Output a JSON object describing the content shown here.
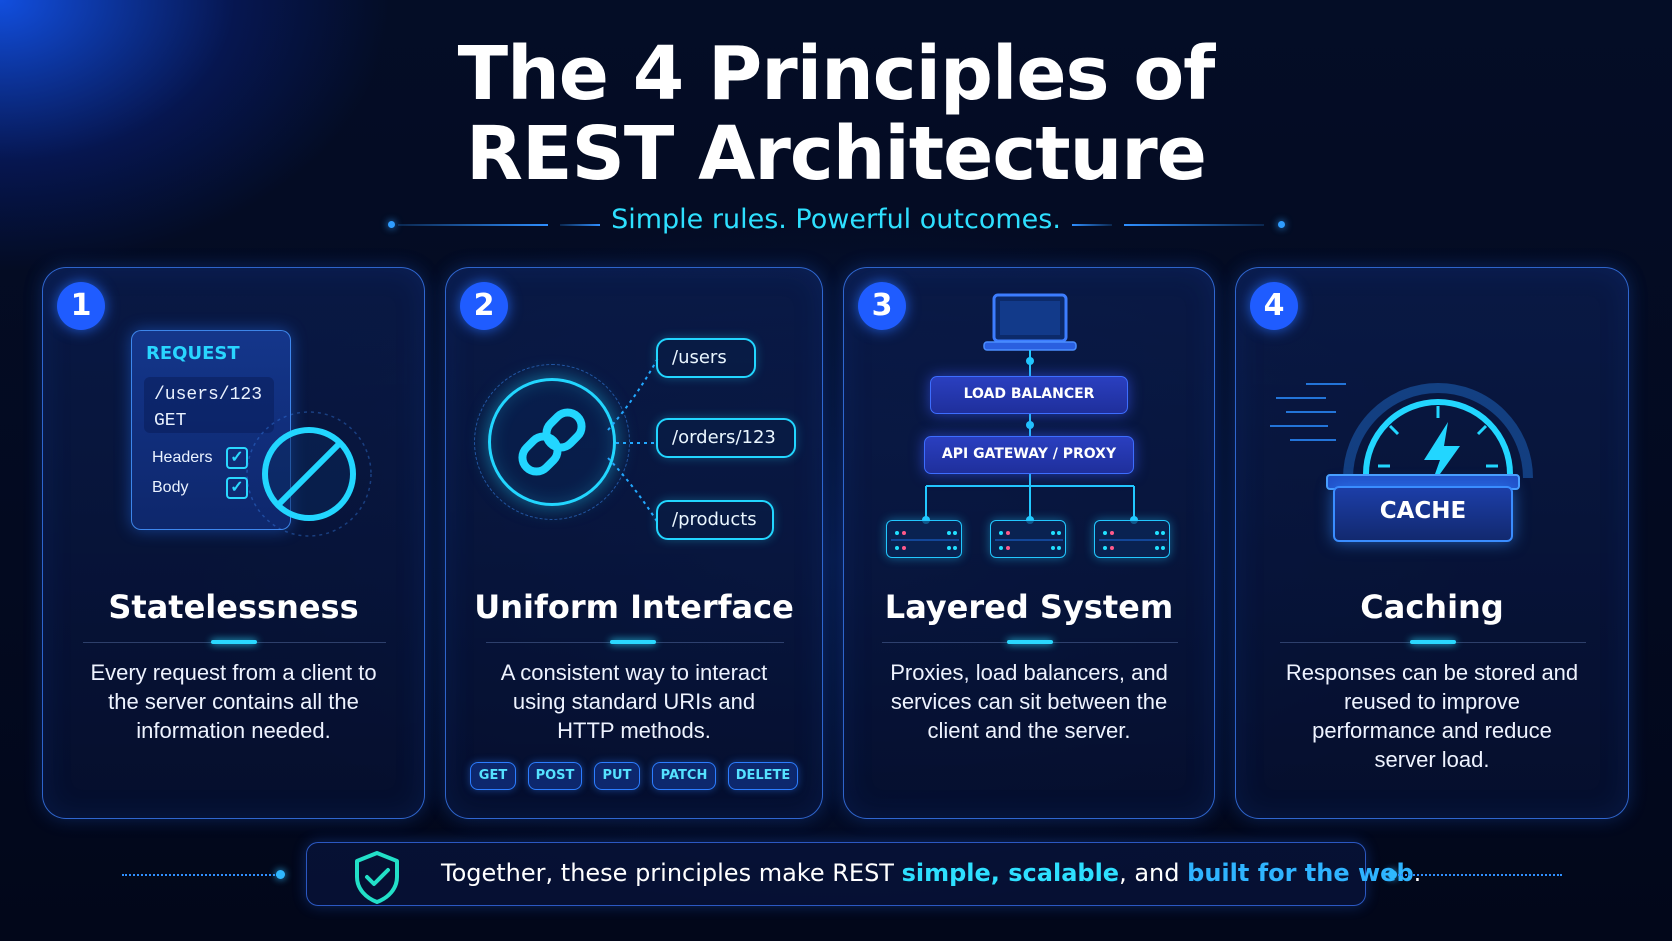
{
  "header": {
    "title_line1": "The 4 Principles of",
    "title_line2": "REST Architecture",
    "subtitle": "Simple rules. Powerful outcomes."
  },
  "cards": [
    {
      "number": "1",
      "title": "Statelessness",
      "description": "Every request from a client to the server contains all the information needed.",
      "illustration": {
        "panel_label": "REQUEST",
        "path": "/users/123",
        "method": "GET",
        "fields": [
          "Headers",
          "Body"
        ],
        "icon": "no-entry-icon"
      }
    },
    {
      "number": "2",
      "title": "Uniform Interface",
      "description": "A consistent way to interact using standard URIs and HTTP methods.",
      "illustration": {
        "icon": "link-icon",
        "uris": [
          "/users",
          "/orders/123",
          "/products"
        ]
      },
      "methods": [
        "GET",
        "POST",
        "PUT",
        "PATCH",
        "DELETE"
      ]
    },
    {
      "number": "3",
      "title": "Layered System",
      "description": "Proxies, load balancers, and services can sit between the client and the server.",
      "illustration": {
        "icon": "laptop-icon",
        "layers": [
          "LOAD BALANCER",
          "API GATEWAY / PROXY"
        ],
        "server_count": 3
      }
    },
    {
      "number": "4",
      "title": "Caching",
      "description": "Responses can be stored and reused to improve performance and reduce server load.",
      "illustration": {
        "icon": "lightning-gauge-icon",
        "label": "CACHE"
      }
    }
  ],
  "footer": {
    "icon": "shield-check-icon",
    "text_before": "Together, these principles make REST ",
    "highlight1": "simple, scalable",
    "text_middle": ", and ",
    "highlight2": "built for the web",
    "text_after": "."
  },
  "colors": {
    "accent_cyan": "#2ee0ff",
    "accent_blue": "#1f5cff",
    "background": "#030a20"
  }
}
